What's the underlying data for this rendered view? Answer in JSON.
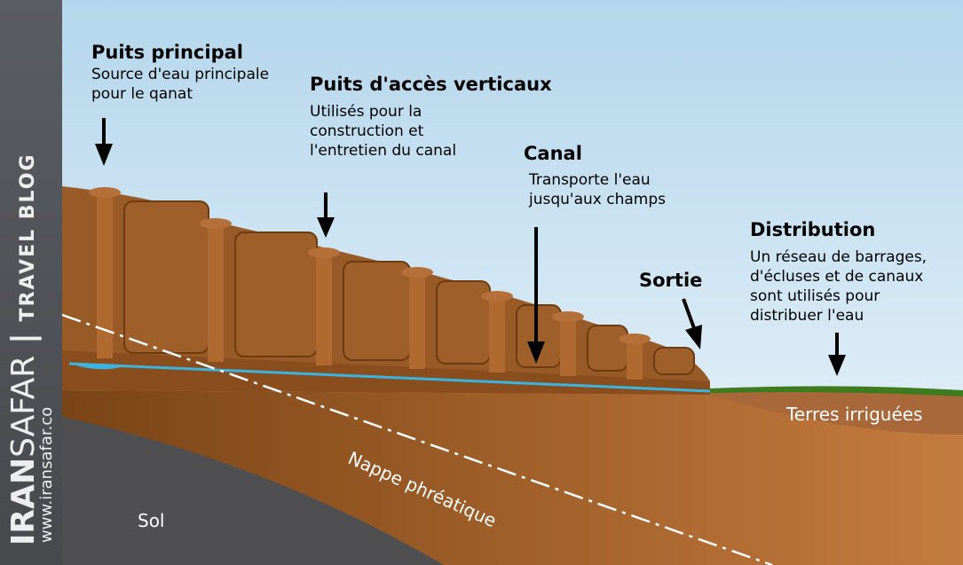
{
  "labels": {
    "main_shaft_title": "Puits principal",
    "main_shaft_desc": [
      "Source d'eau principale",
      "pour le qanat"
    ],
    "access_title": "Puits d'accès verticaux",
    "access_desc": [
      "Utilisés pour la",
      "construction et",
      "l'entretien du canal"
    ],
    "canal_title": "Canal",
    "canal_desc": [
      "Transporte l'eau",
      "jusqu'aux champs"
    ],
    "exit_title": "Sortie",
    "dist_title": "Distribution",
    "dist_desc": [
      "Un réseau de barrages,",
      "d'écluses et de canaux",
      "sont utilisés pour",
      "distribuer l'eau"
    ],
    "irrigated": "Terres irriguées",
    "water_table": "Nappe phréatique",
    "soil": "Sol"
  },
  "watermark": {
    "brand_bold": "IRAN",
    "brand_light": "SAFAR",
    "separator": "|",
    "tagline": "TRAVEL BLOG",
    "url": "www.iransafar.co"
  },
  "colors": {
    "sky": "#cfe4f2",
    "earth": "#9a5a24",
    "water": "#3ab4e0",
    "grass": "#3e7a1e"
  }
}
